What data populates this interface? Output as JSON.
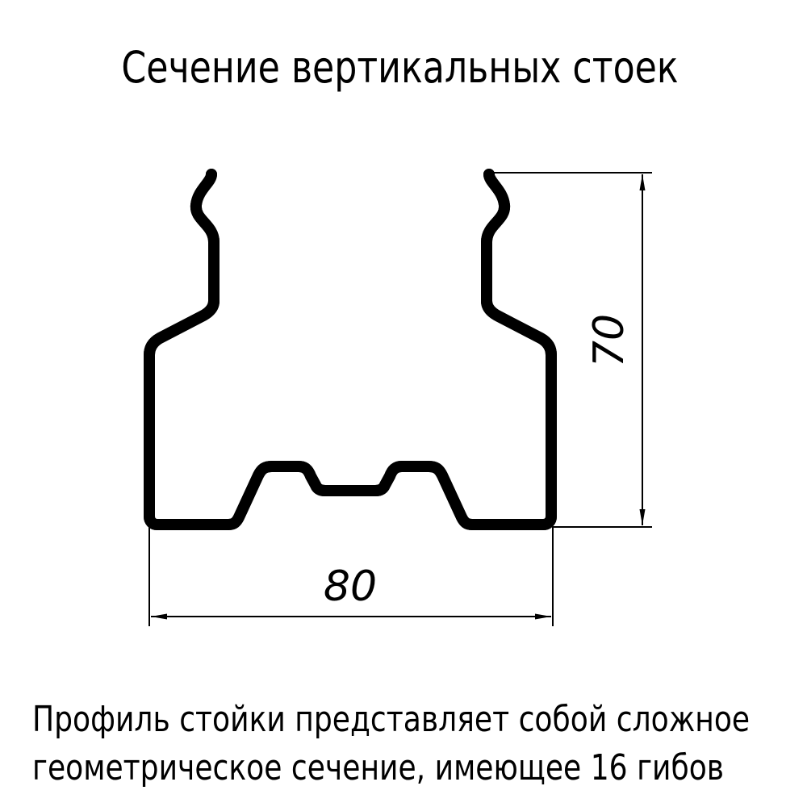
{
  "title": "Сечение вертикальных стоек",
  "dimensions": {
    "width_label": "80",
    "height_label": "70"
  },
  "caption": {
    "line1": "Профиль стойки представляет собой сложное",
    "line2": "геометрическое сечение, имеющее 16 гибов"
  },
  "colors": {
    "line": "#000000",
    "background": "#ffffff"
  }
}
